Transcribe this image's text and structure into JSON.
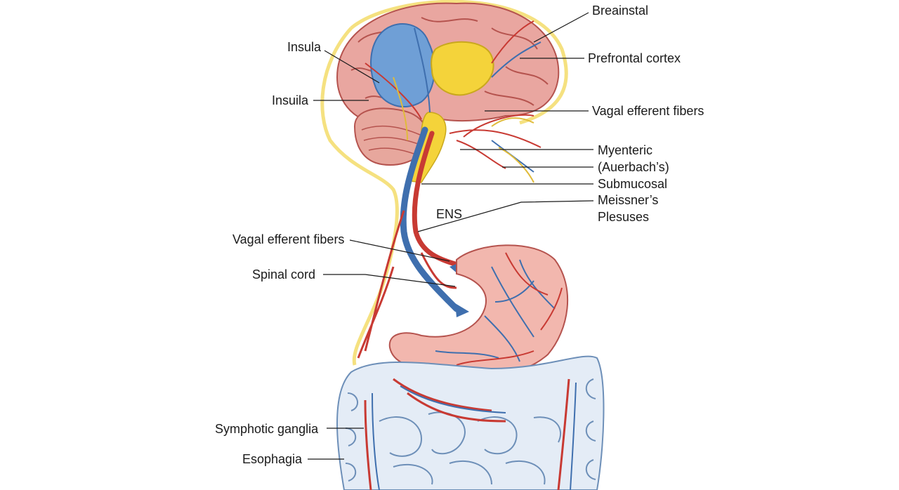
{
  "labels": {
    "brainstem": "Breainstal",
    "prefrontal": "Prefrontal cortex",
    "insula_top": "Insula",
    "insula_mid": "Insuila",
    "vagal_right": "Vagal efferent fibers",
    "myenteric_1": "Myenteric",
    "myenteric_2": "(Auerbach’s)",
    "submucosal": "Submucosal",
    "meissner_1": "Meissner’s",
    "meissner_2": "Plesuses",
    "ens": "ENS",
    "vagal_left": "Vagal efferent fibers",
    "spinal_cord": "Spinal cord",
    "sympathetic": "Symphotic ganglia",
    "esophagia": "Esophagia"
  },
  "colors": {
    "brain": "#e9a6a0",
    "brain_edge": "#b5534e",
    "insula_blue": "#6f9fd6",
    "limbic_yellow": "#f4d33a",
    "nerve_red": "#c83a33",
    "nerve_blue": "#3f6fae",
    "halo_yellow": "#f3dc6a",
    "stomach": "#f2b7ae",
    "intestine": "#e4ecf6",
    "intestine_edge": "#6d8fb8"
  }
}
